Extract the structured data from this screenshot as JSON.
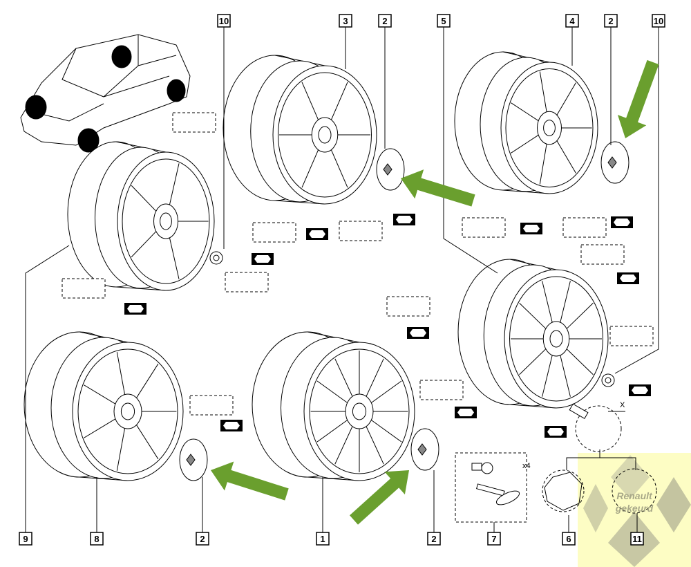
{
  "diagram": {
    "callouts": {
      "top": [
        "10",
        "3",
        "2",
        "5",
        "4",
        "2",
        "10"
      ],
      "bottom": [
        "9",
        "8",
        "2",
        "1",
        "2",
        "7",
        "6",
        "11"
      ]
    },
    "quantity_label": "x4",
    "detail_label": "X",
    "watermark": {
      "line1": "Renault",
      "line2": "gekeurd"
    },
    "colors": {
      "arrow": "#6a9f2e",
      "watermark_bg": "#fdfdc4",
      "label_box": "#000000"
    }
  }
}
